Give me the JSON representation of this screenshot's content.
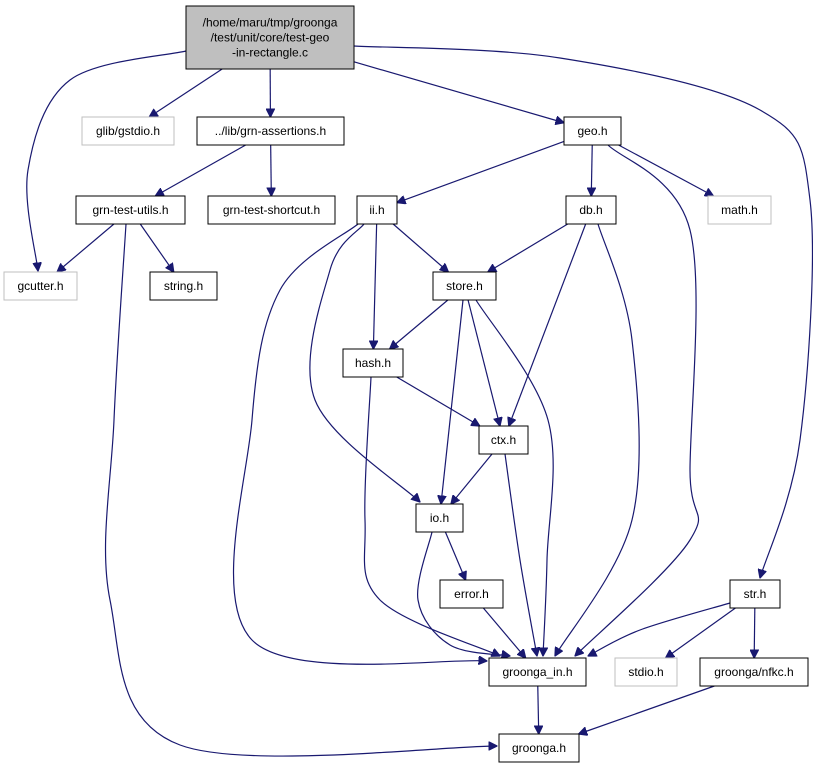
{
  "colors": {
    "edge": "#191970",
    "node_border": "#000000",
    "external_border": "#bfbfbf",
    "root_fill": "#bfbfbf",
    "node_fill": "#ffffff",
    "text": "#000000"
  },
  "nodes": [
    {
      "id": "root",
      "lines": [
        "/home/maru/tmp/groonga",
        "/test/unit/core/test-geo",
        "-in-rectangle.c"
      ],
      "kind": "root"
    },
    {
      "id": "glib-gstdio",
      "lines": [
        "glib/gstdio.h"
      ],
      "kind": "external"
    },
    {
      "id": "grn-assertions",
      "lines": [
        "../lib/grn-assertions.h"
      ],
      "kind": "internal"
    },
    {
      "id": "geo",
      "lines": [
        "geo.h"
      ],
      "kind": "internal"
    },
    {
      "id": "grn-test-utils",
      "lines": [
        "grn-test-utils.h"
      ],
      "kind": "internal"
    },
    {
      "id": "grn-test-shortcut",
      "lines": [
        "grn-test-shortcut.h"
      ],
      "kind": "internal"
    },
    {
      "id": "ii",
      "lines": [
        "ii.h"
      ],
      "kind": "internal"
    },
    {
      "id": "db",
      "lines": [
        "db.h"
      ],
      "kind": "internal"
    },
    {
      "id": "math",
      "lines": [
        "math.h"
      ],
      "kind": "external"
    },
    {
      "id": "gcutter",
      "lines": [
        "gcutter.h"
      ],
      "kind": "external"
    },
    {
      "id": "string",
      "lines": [
        "string.h"
      ],
      "kind": "internal"
    },
    {
      "id": "store",
      "lines": [
        "store.h"
      ],
      "kind": "internal"
    },
    {
      "id": "hash",
      "lines": [
        "hash.h"
      ],
      "kind": "internal"
    },
    {
      "id": "ctx",
      "lines": [
        "ctx.h"
      ],
      "kind": "internal"
    },
    {
      "id": "io",
      "lines": [
        "io.h"
      ],
      "kind": "internal"
    },
    {
      "id": "error",
      "lines": [
        "error.h"
      ],
      "kind": "internal"
    },
    {
      "id": "str",
      "lines": [
        "str.h"
      ],
      "kind": "internal"
    },
    {
      "id": "groonga-in",
      "lines": [
        "groonga_in.h"
      ],
      "kind": "internal"
    },
    {
      "id": "stdio",
      "lines": [
        "stdio.h"
      ],
      "kind": "external"
    },
    {
      "id": "groonga-nfkc",
      "lines": [
        "groonga/nfkc.h"
      ],
      "kind": "internal"
    },
    {
      "id": "groonga",
      "lines": [
        "groonga.h"
      ],
      "kind": "internal"
    }
  ],
  "edges": [
    {
      "from": "root",
      "to": "gcutter"
    },
    {
      "from": "root",
      "to": "glib-gstdio"
    },
    {
      "from": "root",
      "to": "grn-assertions"
    },
    {
      "from": "root",
      "to": "geo"
    },
    {
      "from": "root",
      "to": "str"
    },
    {
      "from": "grn-assertions",
      "to": "grn-test-utils"
    },
    {
      "from": "grn-assertions",
      "to": "grn-test-shortcut"
    },
    {
      "from": "grn-test-utils",
      "to": "gcutter"
    },
    {
      "from": "grn-test-utils",
      "to": "string"
    },
    {
      "from": "grn-test-utils",
      "to": "groonga"
    },
    {
      "from": "geo",
      "to": "ii"
    },
    {
      "from": "geo",
      "to": "db"
    },
    {
      "from": "geo",
      "to": "math"
    },
    {
      "from": "geo",
      "to": "groonga-in"
    },
    {
      "from": "ii",
      "to": "store"
    },
    {
      "from": "ii",
      "to": "hash"
    },
    {
      "from": "ii",
      "to": "io"
    },
    {
      "from": "ii",
      "to": "groonga-in"
    },
    {
      "from": "db",
      "to": "store"
    },
    {
      "from": "db",
      "to": "ctx"
    },
    {
      "from": "db",
      "to": "groonga-in"
    },
    {
      "from": "store",
      "to": "hash"
    },
    {
      "from": "store",
      "to": "ctx"
    },
    {
      "from": "store",
      "to": "io"
    },
    {
      "from": "store",
      "to": "groonga-in"
    },
    {
      "from": "hash",
      "to": "ctx"
    },
    {
      "from": "hash",
      "to": "groonga-in"
    },
    {
      "from": "ctx",
      "to": "io"
    },
    {
      "from": "ctx",
      "to": "groonga-in"
    },
    {
      "from": "io",
      "to": "error"
    },
    {
      "from": "io",
      "to": "groonga-in"
    },
    {
      "from": "error",
      "to": "groonga-in"
    },
    {
      "from": "str",
      "to": "groonga-in"
    },
    {
      "from": "str",
      "to": "stdio"
    },
    {
      "from": "str",
      "to": "groonga-nfkc"
    },
    {
      "from": "groonga-in",
      "to": "groonga"
    },
    {
      "from": "groonga-nfkc",
      "to": "groonga"
    }
  ]
}
